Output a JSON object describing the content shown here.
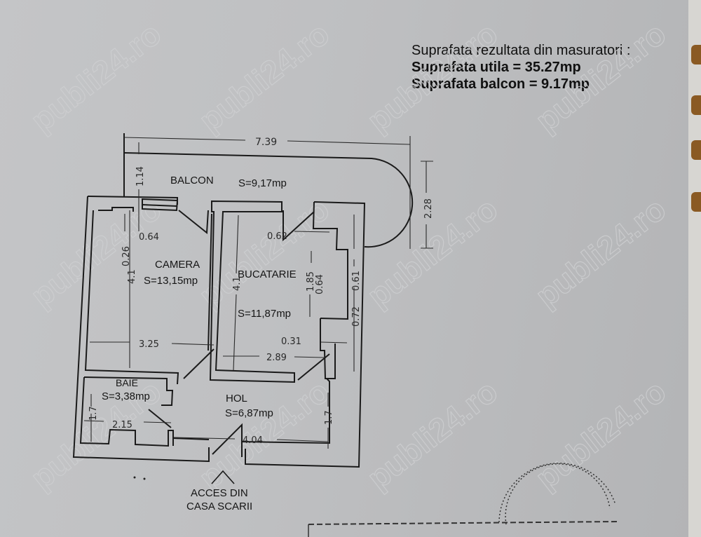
{
  "summary": {
    "heading": "Suprafata rezultata din masuratori :",
    "usable_area": "Suprafata  utila = 35.27mp",
    "balcony_area": "Suprafata balcon = 9.17mp"
  },
  "rooms": {
    "balcon": {
      "name": "BALCON",
      "area": "S=9,17mp"
    },
    "camera": {
      "name": "CAMERA",
      "area": "S=13,15mp"
    },
    "bucatarie": {
      "name": "BUCATARIE",
      "area": "S=11,87mp"
    },
    "baie": {
      "name": "BAIE",
      "area": "S=3,38mp"
    },
    "hol": {
      "name": "HOL",
      "area": "S=6,87mp"
    }
  },
  "dimensions": {
    "total_width": "7.39",
    "balcony_depth": "1.14",
    "balcony_right": "2.28",
    "camera_window": "0.64",
    "camera_step": "0.26",
    "camera_height": "4.1",
    "camera_width": "3.25",
    "kitchen_door": "0.62",
    "kitchen_height": "4.1",
    "kitchen_width": "2.89",
    "kitchen_niche_h": "1.85",
    "kitchen_niche_w": "0.64",
    "right_upper": "0.61",
    "right_lower": "0.72",
    "hall_jog": "0.31",
    "bath_height": "1.7",
    "bath_width": "2.15",
    "hall_width": "4.04",
    "hall_height": "1.7"
  },
  "entrance": {
    "line1": "ACCES DIN",
    "line2": "CASA SCARII"
  },
  "watermark": "publi24.ro"
}
